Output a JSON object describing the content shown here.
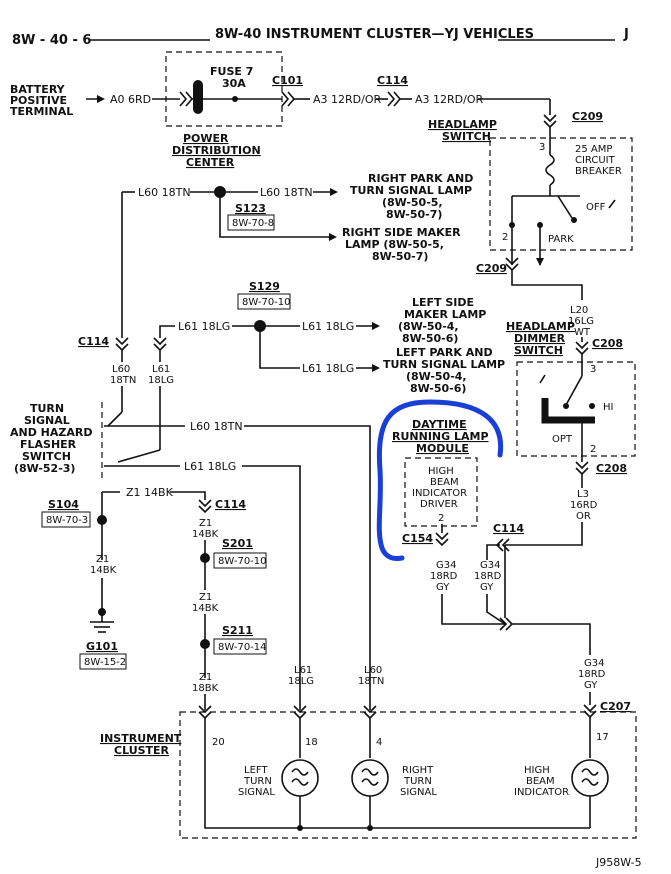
{
  "header": {
    "page_code": "8W - 40 - 6",
    "title": "8W-40 INSTRUMENT CLUSTER—YJ VEHICLES",
    "letter": "J"
  },
  "battery": {
    "line1": "BATTERY",
    "line2": "POSITIVE",
    "line3": "TERMINAL",
    "wire": "A0 6RD"
  },
  "fuse": {
    "name": "FUSE 7",
    "rating": "30A"
  },
  "pdc": {
    "line1": "POWER",
    "line2": "DISTRIBUTION",
    "line3": "CENTER"
  },
  "connectors": {
    "c101": "C101",
    "c114": "C114",
    "c209": "C209",
    "c208": "C208",
    "c154": "C154",
    "c207": "C207"
  },
  "wires": {
    "a3a": "A3 12RD/OR",
    "a3b": "A3 12RD/OR",
    "l60a": "L60 18TN",
    "l60b": "L60 18TN",
    "l60c": "L60 18TN",
    "l61a": "L61 18LG",
    "l61b": "L61 18LG",
    "l61c": "L61 18LG",
    "l61d": "L61 18LG",
    "z1a": "Z1 14BK",
    "l20_1": "L20",
    "l20_2": "16LG",
    "l20_3": "WT",
    "l3_1": "L3",
    "l3_2": "16RD",
    "l3_3": "OR",
    "l60s_1": "L60",
    "l60s_2": "18TN",
    "l61s_1": "L61",
    "l61s_2": "18LG",
    "z1v_1": "Z1",
    "z1v_2": "14BK",
    "z1w_1": "Z1",
    "z1w_2": "14BK",
    "z1x_1": "Z1",
    "z1x_2": "14BK",
    "z1y_1": "Z1",
    "z1y_2": "18BK",
    "l61t_1": "L61",
    "l61t_2": "18LG",
    "l60t_1": "L60",
    "l60t_2": "18TN",
    "g34a_1": "G34",
    "g34a_2": "18RD",
    "g34a_3": "GY",
    "g34b_1": "G34",
    "g34b_2": "18RD",
    "g34b_3": "GY",
    "g34c_1": "G34",
    "g34c_2": "18RD",
    "g34c_3": "GY"
  },
  "loads": {
    "rpark_1": "RIGHT PARK AND",
    "rpark_2": "TURN SIGNAL LAMP",
    "rpark_3": "(8W-50-5,",
    "rpark_4": "8W-50-7)",
    "rside_1": "RIGHT SIDE MAKER",
    "rside_2": "LAMP (8W-50-5,",
    "rside_3": "8W-50-7)",
    "lside_1": "LEFT SIDE",
    "lside_2": "MAKER LAMP",
    "lside_3": "(8W-50-4,",
    "lside_4": "8W-50-6)",
    "lpark_1": "LEFT PARK AND",
    "lpark_2": "TURN SIGNAL LAMP",
    "lpark_3": "(8W-50-4,",
    "lpark_4": "8W-50-6)"
  },
  "splices": {
    "s123": "S123",
    "s123_ref": "8W-70-8",
    "s129": "S129",
    "s129_ref": "8W-70-10",
    "s104": "S104",
    "s104_ref": "8W-70-3",
    "s201": "S201",
    "s201_ref": "8W-70-10",
    "s211": "S211",
    "s211_ref": "8W-70-14",
    "g101": "G101",
    "g101_ref": "8W-15-2"
  },
  "headlamp_switch": {
    "t1": "HEADLAMP",
    "t2": "SWITCH",
    "cb1": "25 AMP",
    "cb2": "CIRCUIT",
    "cb3": "BREAKER",
    "pin3": "3",
    "pin2": "2",
    "off": "OFF",
    "park": "PARK"
  },
  "dimmer_switch": {
    "t1": "HEADLAMP",
    "t2": "DIMMER",
    "t3": "SWITCH",
    "pin3": "3",
    "pin2": "2",
    "hi": "HI",
    "opt": "OPT"
  },
  "flasher": {
    "t1": "TURN",
    "t2": "SIGNAL",
    "t3": "AND HAZARD",
    "t4": "FLASHER",
    "t5": "SWITCH",
    "t6": "(8W-52-3)"
  },
  "drl": {
    "t1": "DAYTIME",
    "t2": "RUNNING LAMP",
    "t3": "MODULE",
    "d1": "HIGH",
    "d2": "BEAM",
    "d3": "INDICATOR",
    "d4": "DRIVER",
    "pin": "2"
  },
  "cluster": {
    "title1": "INSTRUMENT",
    "title2": "CLUSTER",
    "pin20": "20",
    "pin18": "18",
    "pin4": "4",
    "pin17": "17",
    "left_1": "LEFT",
    "left_2": "TURN",
    "left_3": "SIGNAL",
    "right_1": "RIGHT",
    "right_2": "TURN",
    "right_3": "SIGNAL",
    "high_1": "HIGH",
    "high_2": "BEAM",
    "high_3": "INDICATOR"
  },
  "footer": {
    "code": "J958W-5"
  },
  "colors": {
    "ink": "#111111",
    "annotation": "#1a3fd6"
  }
}
